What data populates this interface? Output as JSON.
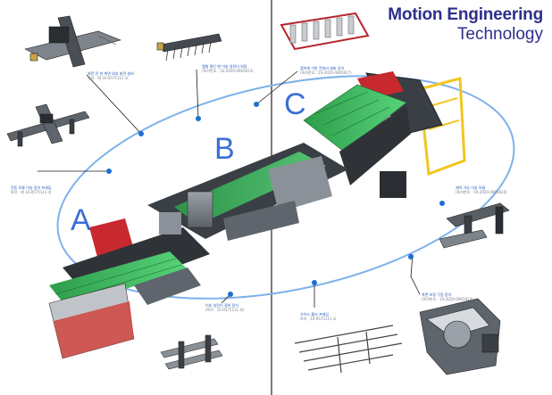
{
  "brand": {
    "title": "Motion Engineering",
    "subtitle": "Technology"
  },
  "sections": {
    "a": "A",
    "b": "B",
    "c": "C"
  },
  "colors": {
    "brand": "#2d2f8a",
    "orbit": "#7fb2ea",
    "section_letter": "#3a6fd8",
    "conveyor_belt": "#3fbf5e",
    "motor": "#c8292e",
    "platform": "#f2c61f",
    "frame": "#2f3338"
  },
  "callouts": [
    {
      "title": "회전 전 한 측면 외부 회전 설비",
      "ref": "특허 · 제 10-0575111 호"
    },
    {
      "title": "캠형 절단 맨 이송 실린더 외장",
      "ref": "(특허번호 : 10-2020-0065813)"
    },
    {
      "title": "접착재 기반 전처리 설비 장치",
      "ref": "(특허번호 : 10-2020-0065817)"
    },
    {
      "title": "전동 모듈 이송 장치 프레임",
      "ref": "특허 · 제 10-0575111 호"
    },
    {
      "title": "제어 가능 이송 모듈",
      "ref": "(특허번호 : 10-2020-0065816)"
    },
    {
      "title": "측면 보정 구동 장치",
      "ref": "(특허번호 : 10-2020-0065814)"
    },
    {
      "title": "가이드 롤러 프레임",
      "ref": "특허 · 10-0575111 호"
    },
    {
      "title": "이송 실린더 접착 장치",
      "ref": "(특허 · 10-0575111 호)"
    }
  ]
}
